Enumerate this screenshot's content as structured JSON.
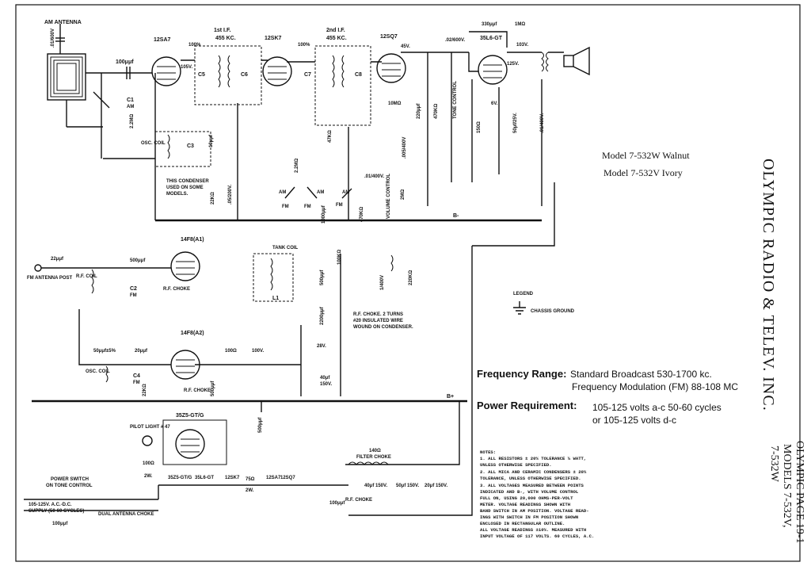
{
  "models": {
    "line1": "Model 7-532W Walnut",
    "line2": "Model 7-532V Ivory"
  },
  "specs": {
    "frequency_heading": "Frequency Range:",
    "frequency_line1": "Standard Broadcast 530-1700 kc.",
    "frequency_line2": "Frequency Modulation (FM) 88-108 MC",
    "power_heading": "Power Requirement:",
    "power_line1": "105-125 volts a-c 50-60 cycles",
    "power_line2": "or 105-125 volts d-c"
  },
  "brand": {
    "name": "OLYMPIC RADIO & TELEV. INC.",
    "page_line1": "OLYMPIC PAGE 19-1",
    "page_line2": "MODELS 7-532V,",
    "page_line3": "7-532W"
  },
  "tubes": {
    "t1": "12SA7",
    "t2": "12SK7",
    "t3": "12SQ7",
    "t4": "35L6-GT",
    "t5": "14F8(A1)",
    "t6": "14F8(A2)",
    "t7": "35Z5-GT/G"
  },
  "labels": {
    "am_antenna": "AM ANTENNA",
    "ant_cap": ".01/600V",
    "c_100": "100μμf",
    "c1": "C1",
    "am": "AM",
    "fm": "FM",
    "r_2m": "2.2MΩ",
    "if1": "1st I.F.",
    "if1_freq": "455 KC.",
    "if2": "2nd I.F.",
    "if2_freq": "455 KC.",
    "c5": "C5",
    "c6": "C6",
    "c7": "C7",
    "c8": "C8",
    "v105": "105V.",
    "v100": "100%",
    "v45": "45V.",
    "v125": "125V.",
    "v103": "103V.",
    "osc_coil": "OSC. COIL",
    "c3": "C3",
    "c_10": "10μμf",
    "condenser_note_1": "THIS CONDENSER",
    "condenser_note_2": "USED ON SOME",
    "condenser_note_3": "MODELS.",
    "r_22k": "22KΩ",
    "c_05": ".05/200V.",
    "r_47k": "47KΩ",
    "r_10m": "10MΩ",
    "c_220": "220μμf",
    "r_470k": "470KΩ",
    "tone_control": "TONE CONTROL",
    "c_330": "330μμf",
    "r_1m": "1MΩ",
    "r_150": "150Ω",
    "c_50": "50μf/25V.",
    "c_02": ".02/600V.",
    "c_01_400": ".01/400V.",
    "c_005": ".005/400V",
    "six_v": "6V.",
    "c_1000": "1000μμf",
    "volume_control": "VOLUME CONTROL",
    "r_2m_vol": "2MΩ",
    "b_minus": "B-",
    "b_plus": "B+",
    "c_22": "22μμf",
    "fm_antenna": "FM ANTENNA POST",
    "rf_coil": "R.F. COIL",
    "c2": "C2",
    "c_500": "500μμf",
    "rf_choke": "R.F. CHOKE",
    "tank_coil": "TANK COIL",
    "l1": "L1",
    "r_100k": "100KΩ",
    "c_2200": "2200μμf",
    "c_1400": "1/400V",
    "r_220k": "220KΩ",
    "rf_choke_note_1": "R.F. CHOKE. 2 TURNS",
    "rf_choke_note_2": "#20 INSULATED WIRE",
    "rf_choke_note_3": "WOUND ON CONDENSER.",
    "legend": "LEGEND",
    "chassis_ground": "CHASSIS GROUND",
    "c4": "C4",
    "c_50_5": "50μμf±5%",
    "c_20": "20μμf",
    "r_100": "100Ω",
    "v100_box": "100V.",
    "v28": "28V.",
    "c_40": "40μf",
    "v150": "150V.",
    "pilot_light": "PILOT LIGHT # 47",
    "power_switch_1": "POWER SWITCH",
    "power_switch_2": "ON TONE CONTROL",
    "supply_1": "105-125V. A.C.-D.C.",
    "supply_2": "SUPPLY (50-60 CYCLES)",
    "dual_choke": "DUAL ANTENNA CHOKE",
    "r_75": "75Ω",
    "w2": "2W.",
    "filter_choke": "FILTER CHOKE",
    "r_140": "140Ω",
    "c_40_150": "40μf 150V.",
    "c_50_150": "50μf 150V.",
    "c_20_150": "20μf 150V."
  },
  "notes": {
    "heading": "NOTES:",
    "n1": "1. ALL RESISTORS ± 20% TOLERANCE ½ WATT,",
    "n1b": "   UNLESS OTHERWISE SPECIFIED.",
    "n2": "2. ALL MICA AND CERAMIC CONDENSERS ± 20%",
    "n2b": "   TOLERANCE, UNLESS OTHERWISE SPECIFIED.",
    "n3": "3. ALL VOLTAGES MEASURED BETWEEN POINTS",
    "n3b": "   INDICATED AND B-, WITH VOLUME CONTROL",
    "n3c": "   FULL ON, USING 20,000 OHMS-PER-VOLT",
    "n3d": "   METER. VOLTAGE READINGS SHOWN WITH",
    "n3e": "   BAND SWITCH IN AM POSITION. VOLTAGE READ-",
    "n3f": "   INGS WITH SWITCH IN FM POSITION SHOWN",
    "n3g": "   ENCLOSED IN RECTANGULAR OUTLINE.",
    "n3h": "   ALL VOLTAGE READINGS ±10%. MEASURED WITH",
    "n3i": "   INPUT VOLTAGE OF 117 VOLTS. 60 CYCLES, A.C."
  }
}
